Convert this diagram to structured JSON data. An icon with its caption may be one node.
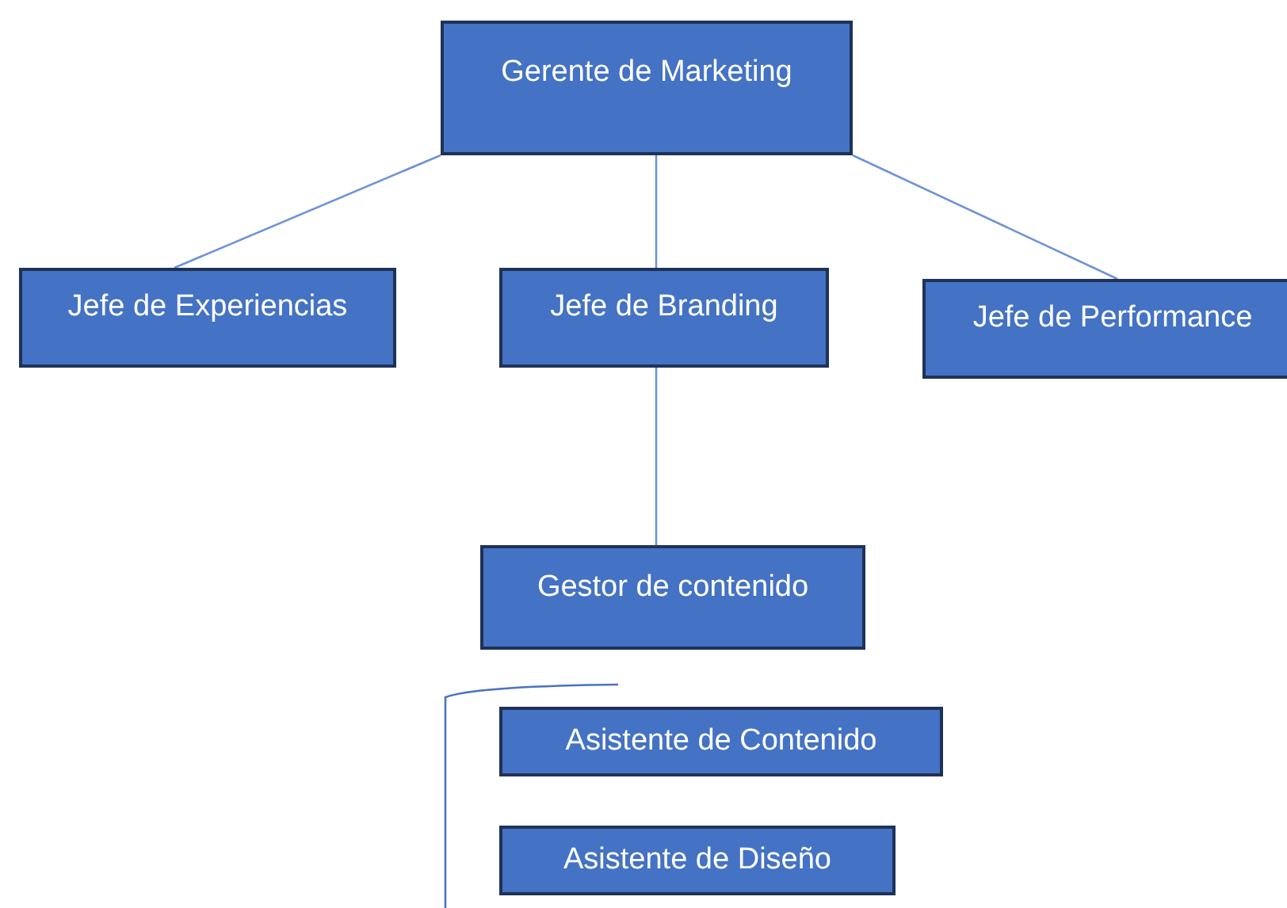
{
  "diagram": {
    "nodes": [
      {
        "text": [
          "Gerente de Marketing"
        ]
      },
      {
        "text": [
          "Jefe de Experiencias"
        ]
      },
      {
        "text": [
          "Jefe de Branding"
        ]
      },
      {
        "text": [
          "Jefe de Performance"
        ]
      },
      {
        "text": [
          "Gestor de contenido"
        ]
      },
      {
        "text": [
          "Asistente de Contenido"
        ]
      },
      {
        "text": [
          "Asistente de Diseño"
        ]
      }
    ],
    "edges": [
      {
        "from": 0,
        "to": 1,
        "arrow": "none"
      },
      {
        "from": 0,
        "to": 2,
        "arrow": "none"
      },
      {
        "from": 0,
        "to": 3,
        "arrow": "none"
      },
      {
        "from": 2,
        "to": 4,
        "arrow": "none"
      }
    ]
  }
}
